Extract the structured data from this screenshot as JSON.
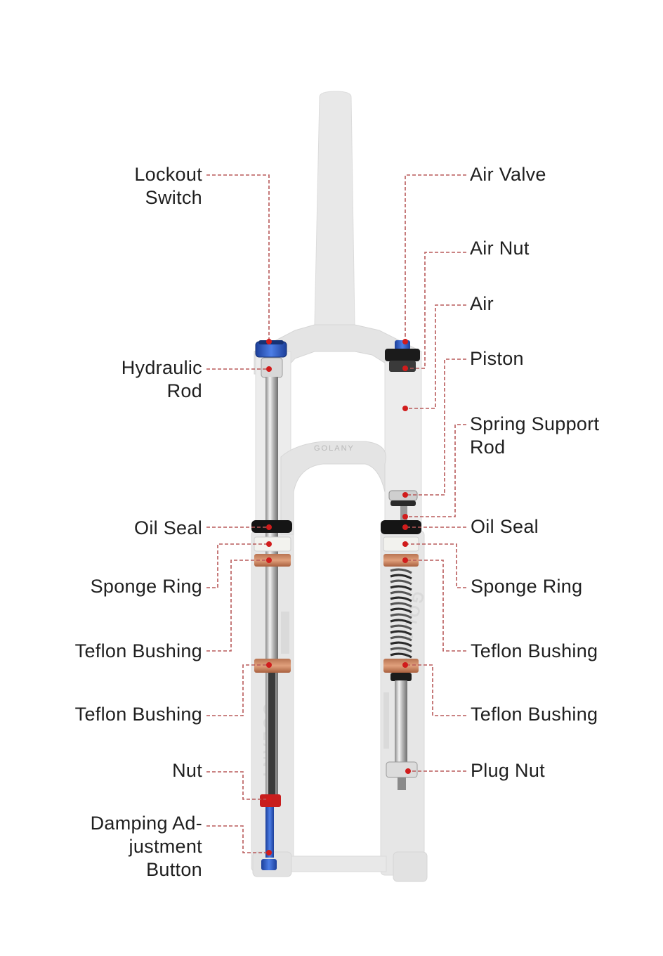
{
  "colors": {
    "leader": "#b85a5a",
    "dot": "#d11c1c",
    "fork_body": "#e6e6e6",
    "fork_edge": "#d7d7d7",
    "anodized_blue": "#2b59c3",
    "bushing_copper": "#c98a6a",
    "red_nut": "#c81e1e",
    "label_text": "#1f1f1f"
  },
  "fork_text": {
    "crown_brand": "GOLANY",
    "leg_brand": "GOLANY"
  },
  "labels": {
    "lockout_switch": "Lockout\nSwitch",
    "hydraulic_rod": "Hydraulic\nRod",
    "oil_seal_left": "Oil Seal",
    "sponge_ring_left": "Sponge Ring",
    "teflon_bushing_left_1": "Teflon Bushing",
    "teflon_bushing_left_2": "Teflon Bushing",
    "nut": "Nut",
    "damping_adjustment_button": "Damping Ad-\njustment\nButton",
    "air_valve": "Air Valve",
    "air_nut": "Air Nut",
    "air": "Air",
    "piston": "Piston",
    "spring_support_rod": "Spring Support\nRod",
    "oil_seal_right": "Oil Seal",
    "sponge_ring_right": "Sponge Ring",
    "teflon_bushing_right_1": "Teflon Bushing",
    "teflon_bushing_right_2": "Teflon Bushing",
    "plug_nut": "Plug Nut"
  }
}
